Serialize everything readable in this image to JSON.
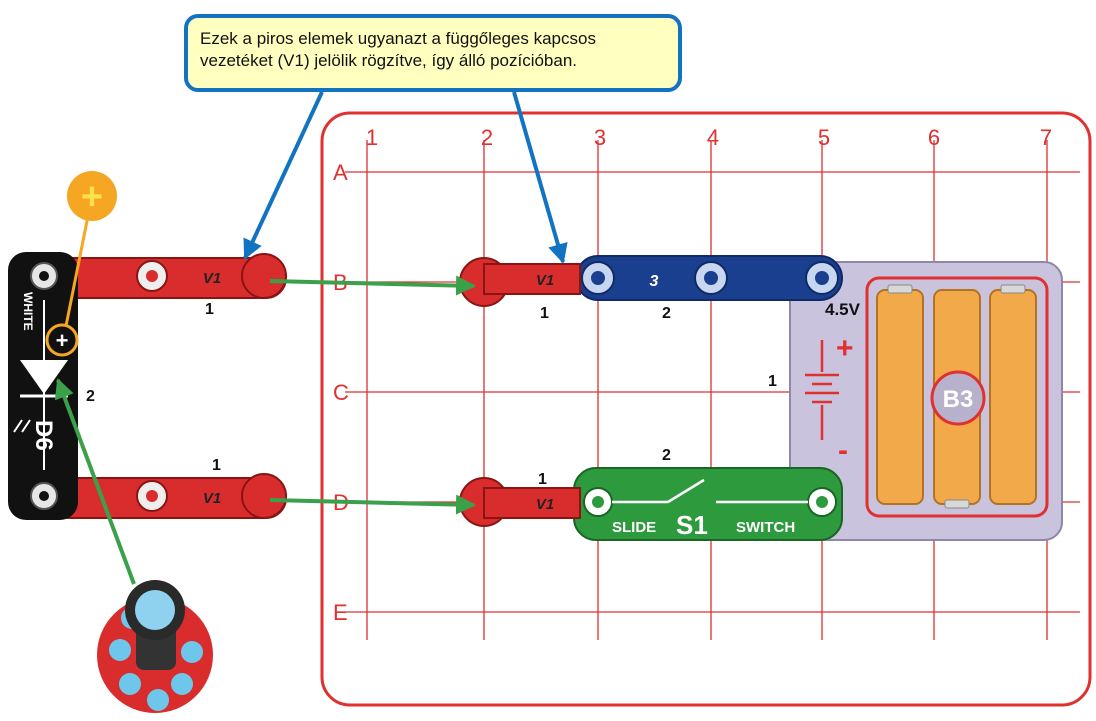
{
  "callout": {
    "line1": "Ezek a piros elemek ugyanazt a függőleges kapcsos",
    "line2": "vezetéket (V1) jelölik rögzítve, így álló pozícióban."
  },
  "grid": {
    "columns": [
      "1",
      "2",
      "3",
      "4",
      "5",
      "6",
      "7"
    ],
    "rows": [
      "A",
      "B",
      "C",
      "D",
      "E"
    ]
  },
  "wire_top_left": {
    "label": "1",
    "symbol": "V1"
  },
  "wire_bottom_left": {
    "label": "1",
    "symbol": "V1"
  },
  "wire_top_board": {
    "label": "1",
    "symbol": "V1"
  },
  "wire_bottom_board": {
    "label": "1",
    "symbol": "V1"
  },
  "blue_wire": {
    "number": "3",
    "label": "2"
  },
  "battery": {
    "voltage": "4.5V",
    "plus": "+",
    "minus": "-",
    "name": "B3",
    "label": "1"
  },
  "switch": {
    "slide": "SLIDE",
    "name": "S1",
    "switch_word": "SWITCH",
    "label": "2"
  },
  "led": {
    "color_word": "WHITE",
    "name": "D6",
    "label": "2",
    "plus": "+"
  },
  "colors": {
    "red_part": "#d92d2d",
    "board_border": "#e03030",
    "grid_line": "#e03030",
    "blue_part": "#1b3f8f",
    "green_part": "#2e9a3e",
    "callout_border": "#1273c2",
    "arrow_green": "#3aa14a",
    "arrow_blue": "#1273c2",
    "orange_marker": "#f5a623",
    "battery_body": "#c9c3de"
  }
}
